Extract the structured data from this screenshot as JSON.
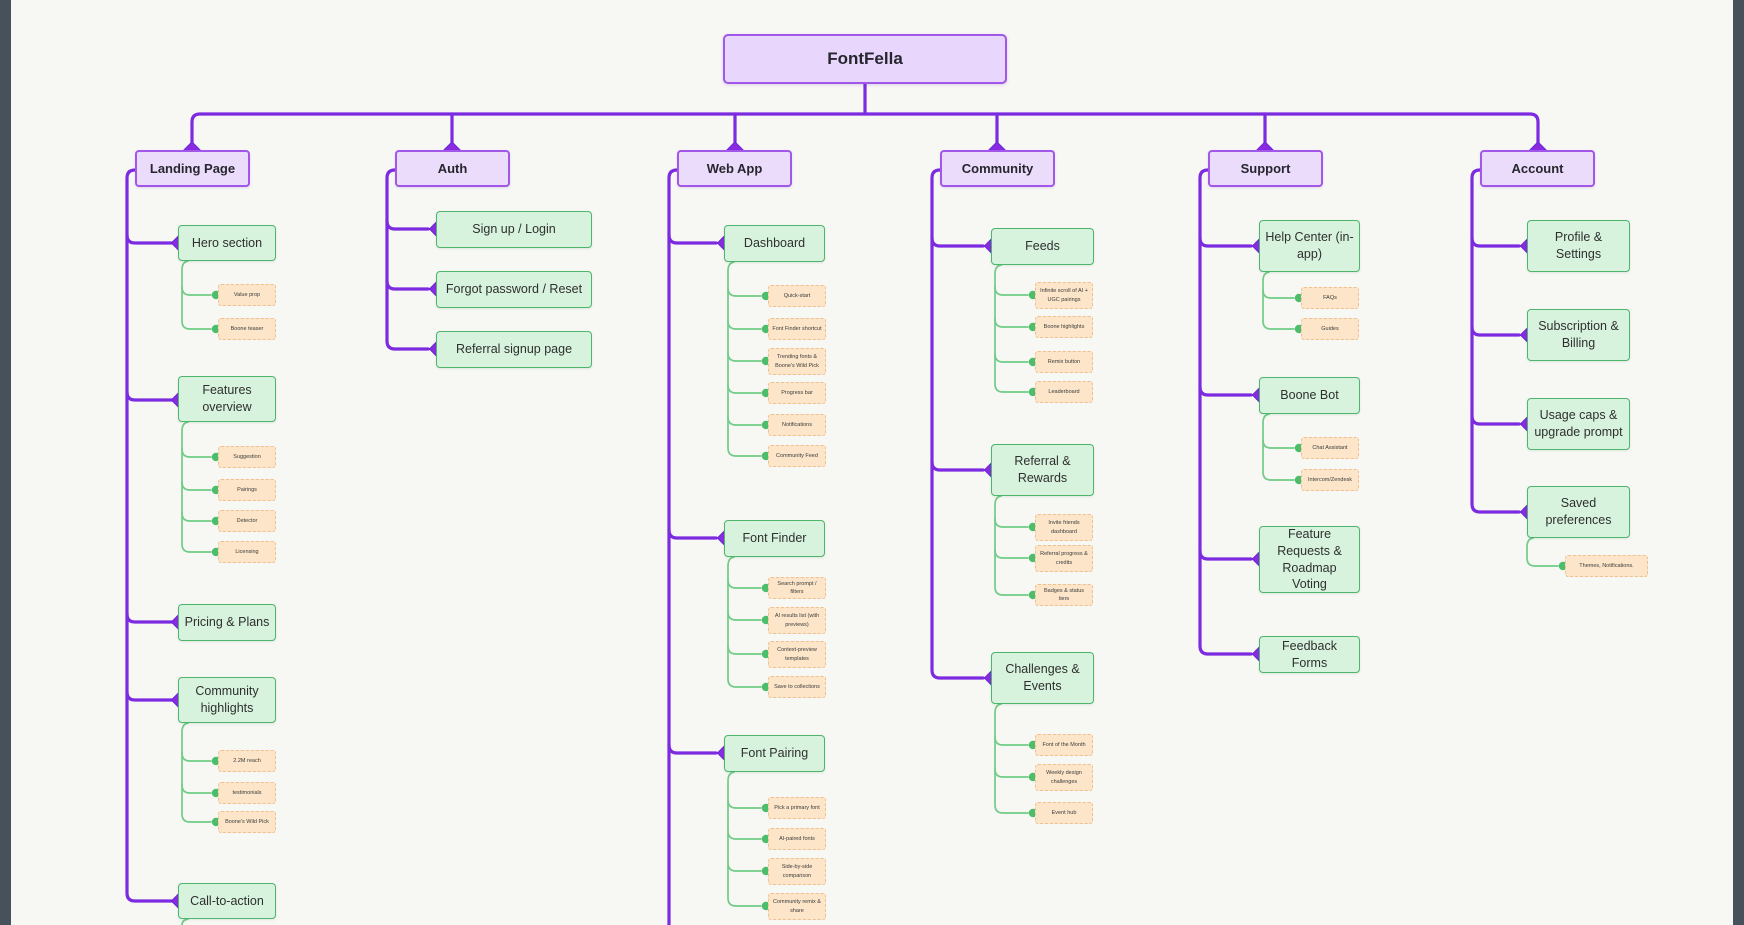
{
  "root": {
    "label": "FontFella"
  },
  "branches": [
    {
      "label": "Landing Page",
      "children": [
        {
          "label": "Hero section",
          "children": [
            {
              "label": "Value prop"
            },
            {
              "label": "Boone teaser"
            }
          ]
        },
        {
          "label": "Features overview",
          "children": [
            {
              "label": "Suggestion"
            },
            {
              "label": "Pairings"
            },
            {
              "label": "Detector"
            },
            {
              "label": "Licensing"
            }
          ]
        },
        {
          "label": "Pricing & Plans",
          "children": []
        },
        {
          "label": "Community highlights",
          "children": [
            {
              "label": "2.2M reach"
            },
            {
              "label": "testimonials"
            },
            {
              "label": "Boone's Wild Pick"
            }
          ]
        },
        {
          "label": "Call-to-action",
          "children": []
        }
      ]
    },
    {
      "label": "Auth",
      "children": [
        {
          "label": "Sign up / Login",
          "children": []
        },
        {
          "label": "Forgot password / Reset",
          "children": []
        },
        {
          "label": "Referral signup page",
          "children": []
        }
      ]
    },
    {
      "label": "Web App",
      "children": [
        {
          "label": "Dashboard",
          "children": [
            {
              "label": "Quick-start"
            },
            {
              "label": "Font Finder shortcut"
            },
            {
              "label": "Trending fonts & Boone's Wild Pick"
            },
            {
              "label": "Progress bar"
            },
            {
              "label": "Notifications"
            },
            {
              "label": "Community Feed"
            }
          ]
        },
        {
          "label": "Font Finder",
          "children": [
            {
              "label": "Search prompt / filters"
            },
            {
              "label": "AI results list (with previews)"
            },
            {
              "label": "Context-preview templates"
            },
            {
              "label": "Save to collections"
            }
          ]
        },
        {
          "label": "Font Pairing",
          "children": [
            {
              "label": "Pick a primary font"
            },
            {
              "label": "AI-paired fonts"
            },
            {
              "label": "Side-by-side comparison"
            },
            {
              "label": "Community remix & share"
            }
          ]
        }
      ]
    },
    {
      "label": "Community",
      "children": [
        {
          "label": "Feeds",
          "children": [
            {
              "label": "Infinite scroll of AI + UGC pairings"
            },
            {
              "label": "Boone highlights"
            },
            {
              "label": "Remix button"
            },
            {
              "label": "Leaderboard"
            }
          ]
        },
        {
          "label": "Referral & Rewards",
          "children": [
            {
              "label": "Invite friends dashboard"
            },
            {
              "label": "Referral progress & credits"
            },
            {
              "label": "Badges & status tiers"
            }
          ]
        },
        {
          "label": "Challenges & Events",
          "children": [
            {
              "label": "Font of the Month"
            },
            {
              "label": "Weekly design challenges"
            },
            {
              "label": "Event hub"
            }
          ]
        }
      ]
    },
    {
      "label": "Support",
      "children": [
        {
          "label": "Help Center (in-app)",
          "children": [
            {
              "label": "FAQs"
            },
            {
              "label": "Guides"
            }
          ]
        },
        {
          "label": "Boone Bot",
          "children": [
            {
              "label": "Chat Assistant"
            },
            {
              "label": "Intercom/Zendesk"
            }
          ]
        },
        {
          "label": "Feature Requests & Roadmap Voting",
          "children": []
        },
        {
          "label": "Feedback Forms",
          "children": []
        }
      ]
    },
    {
      "label": "Account",
      "children": [
        {
          "label": "Profile & Settings",
          "children": []
        },
        {
          "label": "Subscription & Billing",
          "children": []
        },
        {
          "label": "Usage caps & upgrade prompt",
          "children": []
        },
        {
          "label": "Saved preferences",
          "children": [
            {
              "label": "Themes, Notifications."
            }
          ]
        }
      ]
    }
  ],
  "colors": {
    "canvas_background": "#f7f7f4",
    "window_edge": "#47515b",
    "purple_node_fill": "#ecdcfc",
    "purple_node_border": "#a158e8",
    "purple_connector": "#7d2be0",
    "green_node_fill": "#d7f3dd",
    "green_node_border": "#4db56c",
    "green_connector": "#70cc87",
    "orange_node_fill": "#fce5c8",
    "orange_node_border": "#eec092"
  }
}
